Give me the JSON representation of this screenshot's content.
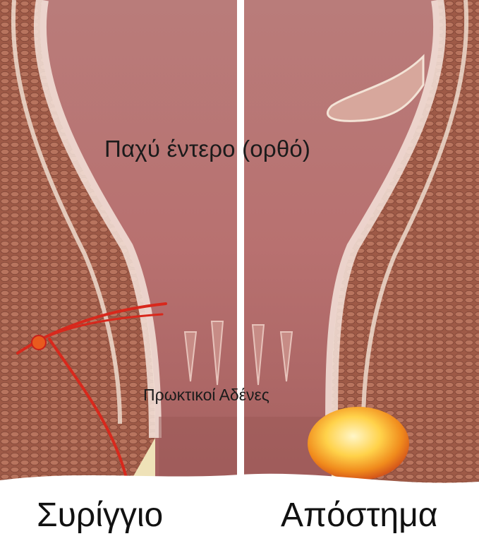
{
  "illustration": {
    "labels": {
      "rectum": "Παχύ έντερο (ορθό)",
      "anal_glands": "Πρωκτικοί Αδένες"
    },
    "captions": {
      "left": "Συρίγγιο",
      "right": "Απόστημα"
    },
    "colors": {
      "mucosa": "#b5716f",
      "muscle": "#a35d4a",
      "fat": "#efe2b8",
      "fistula": "#d8281c",
      "abscess": "#f6a020",
      "divider": "#ffffff"
    }
  }
}
